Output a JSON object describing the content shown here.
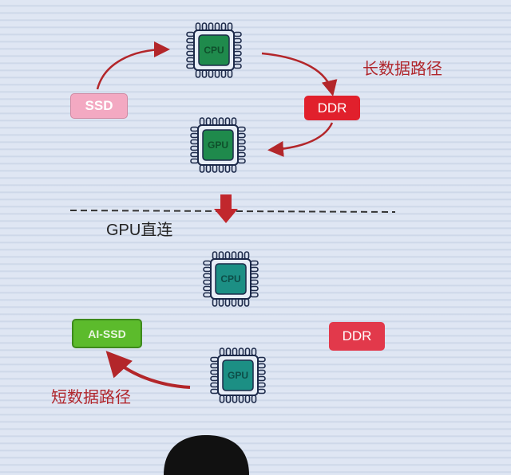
{
  "top": {
    "cpu": "CPU",
    "gpu": "GPU",
    "ssd": "SSD",
    "ddr": "DDR",
    "path_label": "长数据路径"
  },
  "divider_label": "GPU直连",
  "bottom": {
    "cpu": "CPU",
    "gpu": "GPU",
    "ai_ssd": "AI-SSD",
    "ddr": "DDR",
    "path_label": "短数据路径"
  },
  "colors": {
    "arrow": "#b3262a",
    "chip_green": "#1f8a4c",
    "chip_teal": "#1c8f84",
    "ddr_red": "#e1202c",
    "ssd_pink": "#f3a9c2",
    "ai_ssd_green": "#5cbb2c"
  }
}
